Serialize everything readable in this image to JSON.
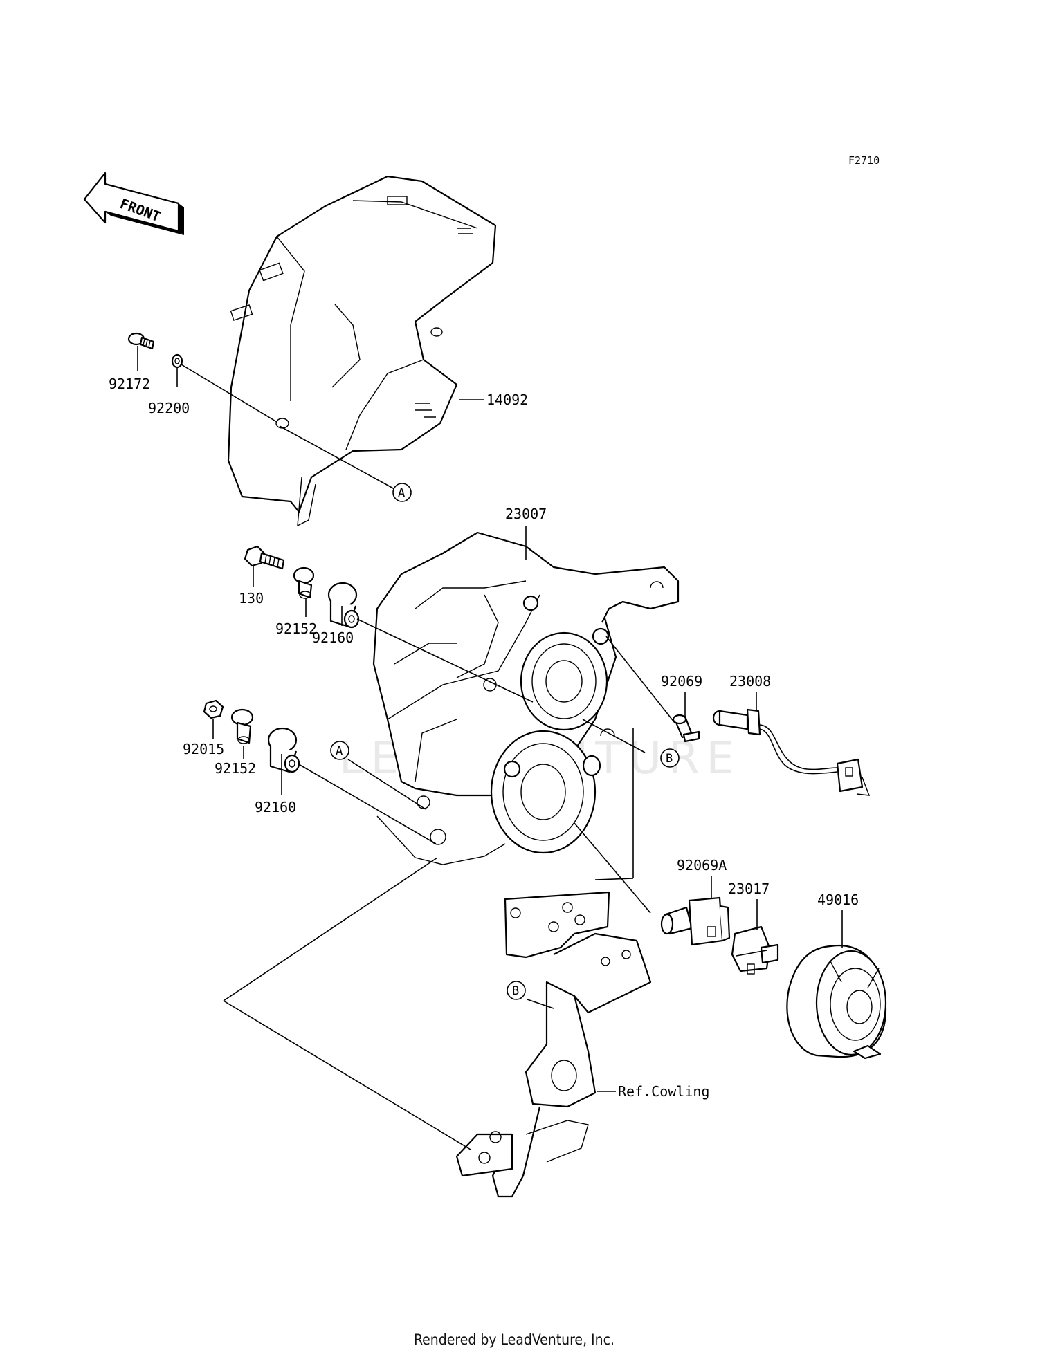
{
  "diagram": {
    "figure_code": "F2710",
    "front_arrow_label": "FRONT",
    "watermark": "LEADVENTURE",
    "footer": "Rendered by LeadVenture, Inc.",
    "parts": [
      {
        "id": "p92172",
        "label": "92172"
      },
      {
        "id": "p92200",
        "label": "92200"
      },
      {
        "id": "p14092",
        "label": "14092"
      },
      {
        "id": "p23007",
        "label": "23007"
      },
      {
        "id": "p130",
        "label": "130"
      },
      {
        "id": "p92152a",
        "label": "92152"
      },
      {
        "id": "p92160a",
        "label": "92160"
      },
      {
        "id": "p92069",
        "label": "92069"
      },
      {
        "id": "p23008",
        "label": "23008"
      },
      {
        "id": "p92015",
        "label": "92015"
      },
      {
        "id": "p92152b",
        "label": "92152"
      },
      {
        "id": "p92160b",
        "label": "92160"
      },
      {
        "id": "p92069A",
        "label": "92069A"
      },
      {
        "id": "p23017",
        "label": "23017"
      },
      {
        "id": "p49016",
        "label": "49016"
      },
      {
        "id": "refCowling",
        "label": "Ref.Cowling"
      }
    ],
    "callouts": [
      {
        "id": "cA1",
        "letter": "A"
      },
      {
        "id": "cA2",
        "letter": "A"
      },
      {
        "id": "cB1",
        "letter": "B"
      },
      {
        "id": "cB2",
        "letter": "B"
      }
    ]
  }
}
